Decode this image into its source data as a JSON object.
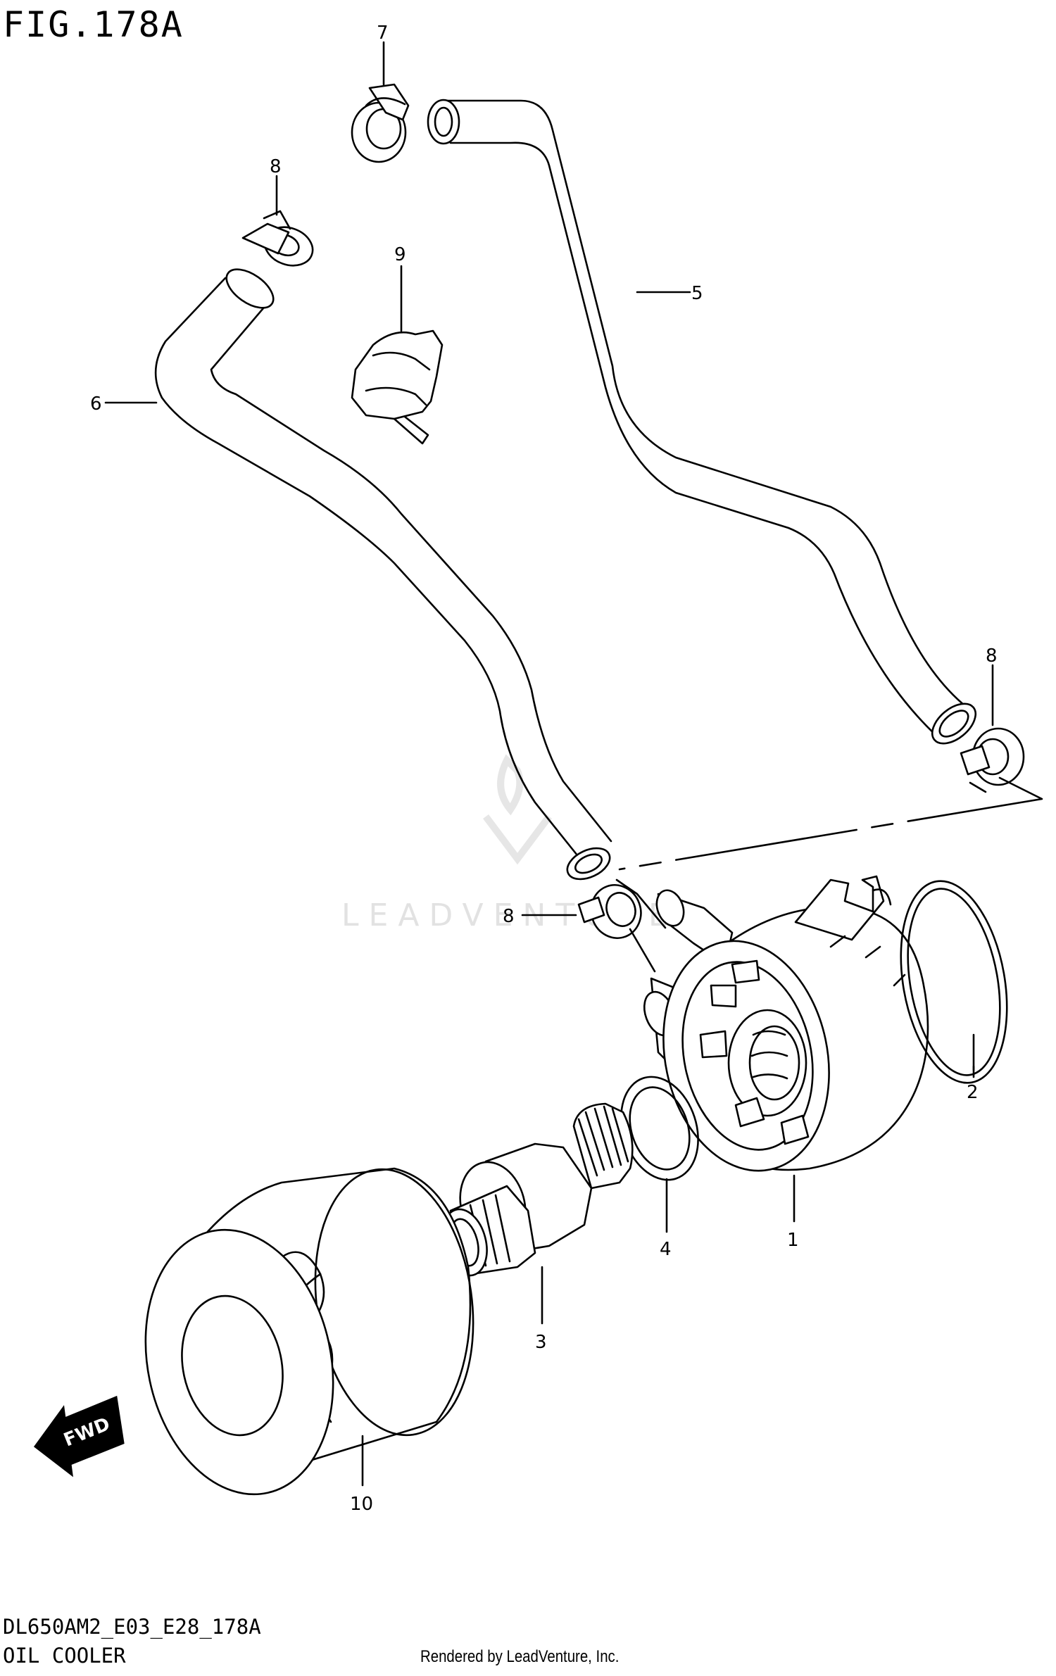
{
  "figure_title": "FIG.178A",
  "model_code": "DL650AM2_E03_E28_178A",
  "diagram_name": "OIL COOLER",
  "credit": "Rendered by LeadVenture, Inc.",
  "watermark": "LEADVENTURE",
  "fwd_label": "FWD",
  "callouts": {
    "c1": "1",
    "c2": "2",
    "c3": "3",
    "c4": "4",
    "c5": "5",
    "c6": "6",
    "c7": "7",
    "c8a": "8",
    "c8b": "8",
    "c8c": "8",
    "c9": "9",
    "c10": "10"
  }
}
